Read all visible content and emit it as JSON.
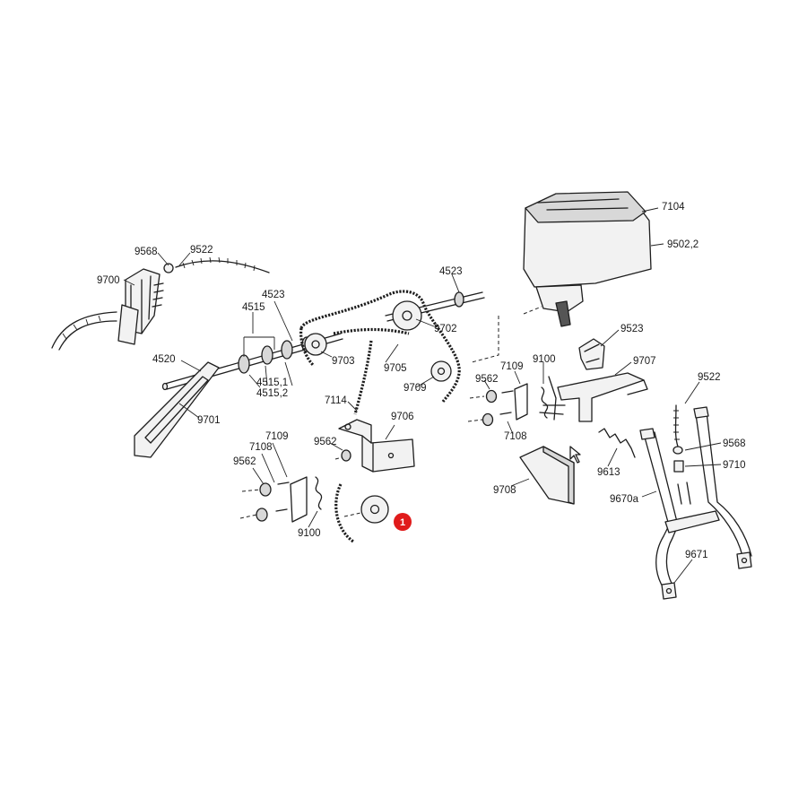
{
  "labels": [
    {
      "id": "9568-left",
      "text": "9568"
    },
    {
      "id": "9522-left",
      "text": "9522"
    },
    {
      "id": "9700",
      "text": "9700"
    },
    {
      "id": "4515",
      "text": "4515"
    },
    {
      "id": "4523-left",
      "text": "4523"
    },
    {
      "id": "4520",
      "text": "4520"
    },
    {
      "id": "4515-1",
      "text": "4515,1"
    },
    {
      "id": "4515-2",
      "text": "4515,2"
    },
    {
      "id": "9701",
      "text": "9701"
    },
    {
      "id": "9703",
      "text": "9703"
    },
    {
      "id": "4523-right",
      "text": "4523"
    },
    {
      "id": "9702",
      "text": "9702"
    },
    {
      "id": "9705",
      "text": "9705"
    },
    {
      "id": "9709",
      "text": "9709"
    },
    {
      "id": "7114",
      "text": "7114"
    },
    {
      "id": "9706",
      "text": "9706"
    },
    {
      "id": "9562-mid",
      "text": "9562"
    },
    {
      "id": "7109-left",
      "text": "7109"
    },
    {
      "id": "7108-left",
      "text": "7108"
    },
    {
      "id": "9562-left",
      "text": "9562"
    },
    {
      "id": "9100-left",
      "text": "9100"
    },
    {
      "id": "7104",
      "text": "7104"
    },
    {
      "id": "9502-2",
      "text": "9502,2"
    },
    {
      "id": "9523",
      "text": "9523"
    },
    {
      "id": "9707",
      "text": "9707"
    },
    {
      "id": "9100-right",
      "text": "9100"
    },
    {
      "id": "7109-right",
      "text": "7109"
    },
    {
      "id": "9562-right",
      "text": "9562"
    },
    {
      "id": "7108-right",
      "text": "7108"
    },
    {
      "id": "9613",
      "text": "9613"
    },
    {
      "id": "9708",
      "text": "9708"
    },
    {
      "id": "9522-right",
      "text": "9522"
    },
    {
      "id": "9568-right",
      "text": "9568"
    },
    {
      "id": "9710",
      "text": "9710"
    },
    {
      "id": "9670a",
      "text": "9670a"
    },
    {
      "id": "9671",
      "text": "9671"
    }
  ],
  "marker": {
    "text": "1",
    "color": "#e01b1b"
  },
  "colors": {
    "ink": "#1e1e1e",
    "background": "#ffffff",
    "marker": "#e01b1b"
  }
}
